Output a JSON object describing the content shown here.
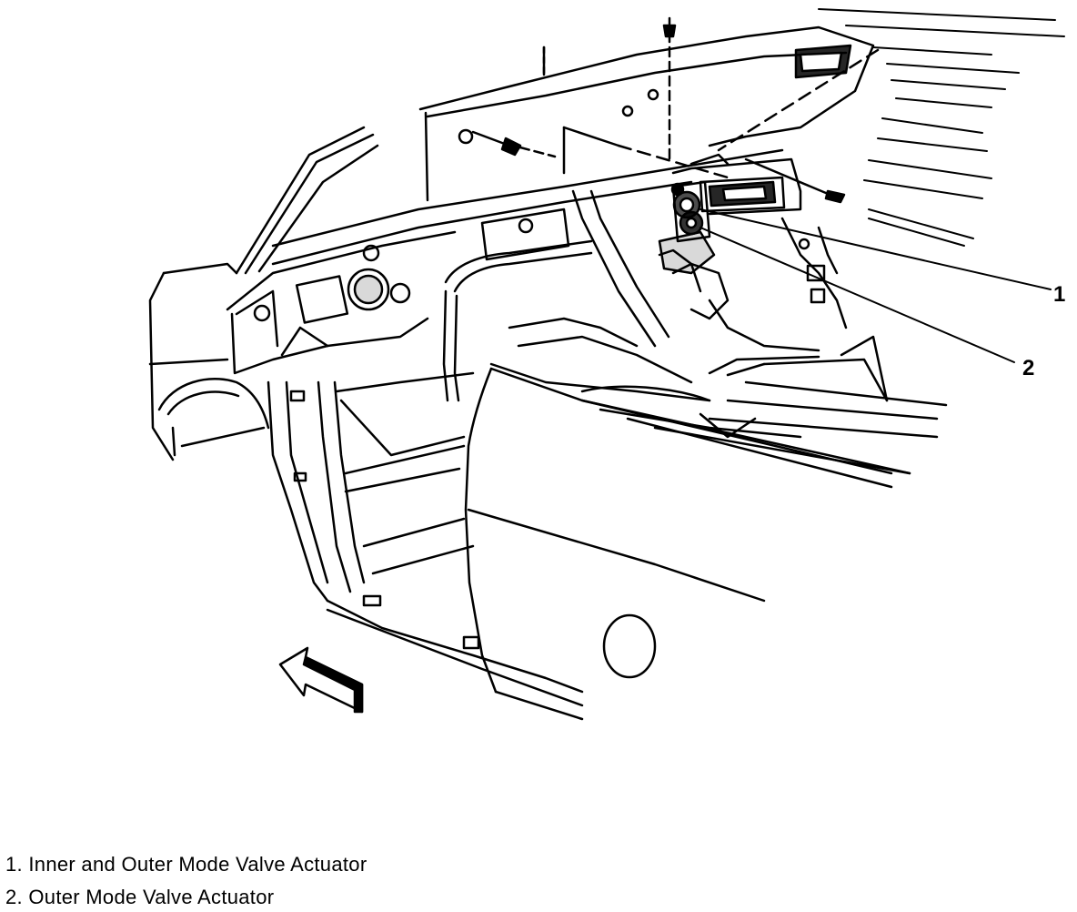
{
  "callouts": [
    {
      "number": "1",
      "label": "Inner and Outer Mode Valve Actuator"
    },
    {
      "number": "2",
      "label": "Outer Mode Valve Actuator"
    }
  ],
  "legend": [
    {
      "number": "1",
      "separator": ". ",
      "label": "Inner and Outer Mode Valve Actuator"
    },
    {
      "number": "2",
      "separator": ". ",
      "label": "Outer Mode Valve Actuator"
    }
  ]
}
